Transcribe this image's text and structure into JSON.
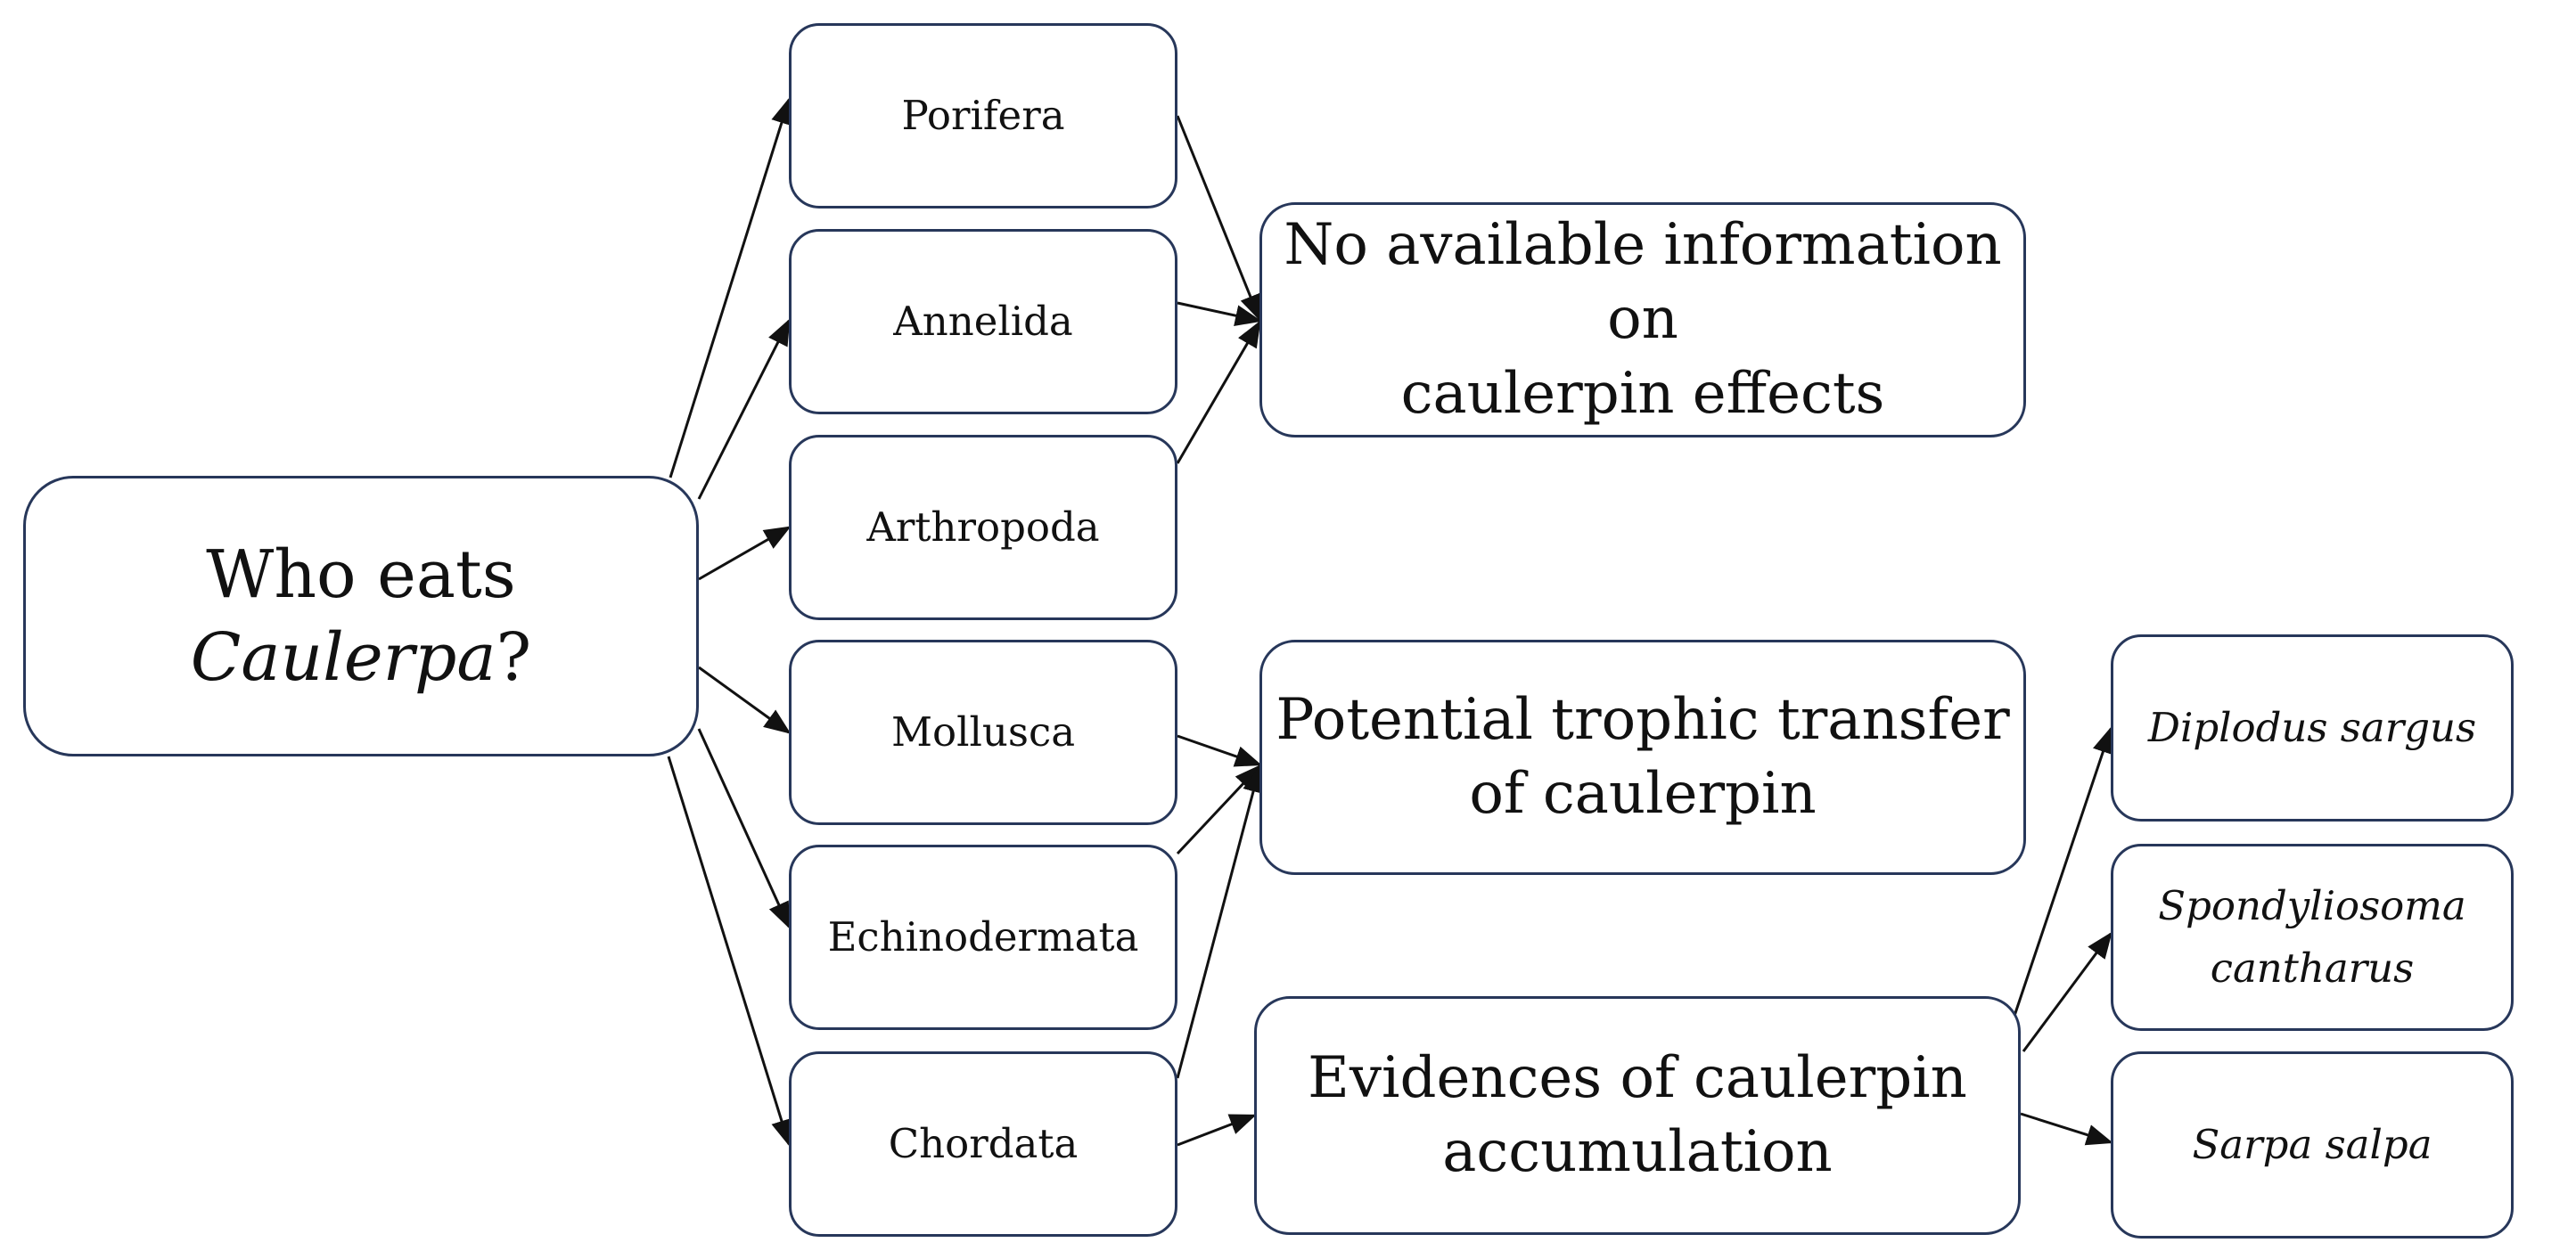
{
  "root": {
    "prefix": "Who eats ",
    "italic": "Caulerpa",
    "suffix": "?"
  },
  "phyla": [
    {
      "label": "Porifera"
    },
    {
      "label": "Annelida"
    },
    {
      "label": "Arthropoda"
    },
    {
      "label": "Mollusca"
    },
    {
      "label": "Echinodermata"
    },
    {
      "label": "Chordata"
    }
  ],
  "outcomes": {
    "no_info": {
      "line1": "No available information on",
      "line2": "caulerpin effects"
    },
    "potential": {
      "line1": "Potential trophic transfer",
      "line2": "of caulerpin"
    },
    "evidences": {
      "line1": "Evidences of caulerpin",
      "line2": "accumulation"
    }
  },
  "species": [
    {
      "line1": "Diplodus sargus"
    },
    {
      "line1": "Spondyliosoma",
      "line2": "cantharus"
    },
    {
      "line1": "Sarpa salpa"
    }
  ],
  "colors": {
    "box_border": "#27375a",
    "arrow": "#111111",
    "background": "#ffffff"
  }
}
